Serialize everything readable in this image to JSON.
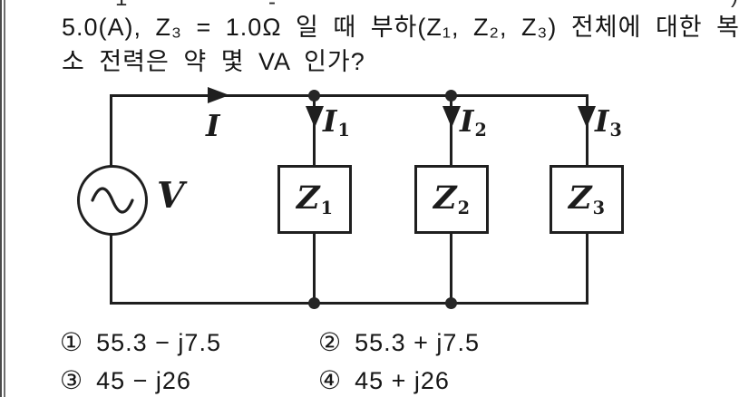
{
  "question": {
    "line1": "5.0(A), Z₃ = 1.0Ω 일 때 부하(Z₁, Z₂, Z₃) 전체에 대한 복",
    "line2": "소 전력은 약 몇 VA 인가?"
  },
  "cutoff_fragments": {
    "frag1": "1",
    "frag2": "-",
    "frag3": ")"
  },
  "circuit": {
    "source_label": "V",
    "current_labels": {
      "main": {
        "base": "I",
        "sub": ""
      },
      "i1": {
        "base": "I",
        "sub": "1"
      },
      "i2": {
        "base": "I",
        "sub": "2"
      },
      "i3": {
        "base": "I",
        "sub": "3"
      }
    },
    "impedance_labels": {
      "z1": {
        "base": "Z",
        "sub": "1"
      },
      "z2": {
        "base": "Z",
        "sub": "2"
      },
      "z3": {
        "base": "Z",
        "sub": "3"
      }
    }
  },
  "options": [
    {
      "num": "①",
      "text": "55.3 − j7.5"
    },
    {
      "num": "②",
      "text": "55.3 + j7.5"
    },
    {
      "num": "③",
      "text": "45 − j26"
    },
    {
      "num": "④",
      "text": "45 + j26"
    }
  ],
  "colors": {
    "ink": "#1a1a1a",
    "wire": "#1f1f1f",
    "page_border": "#4a4a4a",
    "background": "#ffffff"
  }
}
